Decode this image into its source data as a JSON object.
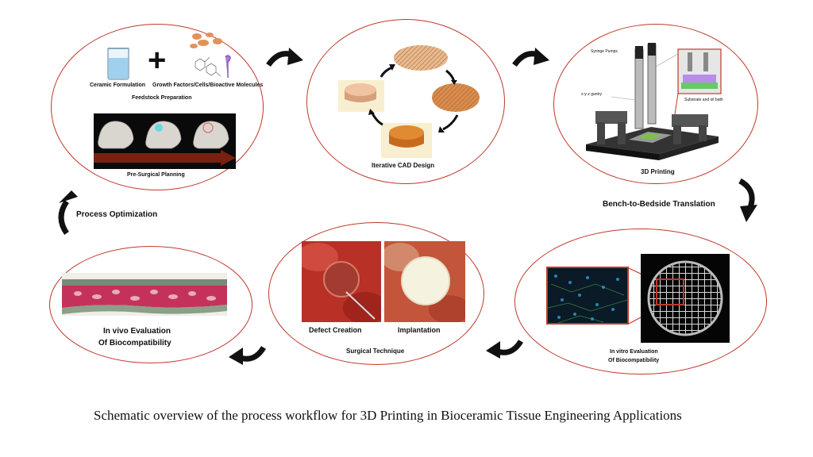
{
  "colors": {
    "ellipse_border": "#c0392b",
    "arrow": "#111111"
  },
  "stages": {
    "feedstock": {
      "ceramic_label": "Ceramic Formulation",
      "growth_label": "Growth Factors/Cells/Bioactive Molecules",
      "plus_symbol": "+",
      "section_title": "Feedstock Preparation",
      "planning_title": "Pre-Surgical Planning"
    },
    "cad": {
      "title": "Iterative CAD Design"
    },
    "printing": {
      "title": "3D Printing",
      "syringe_label": "Syringe Pumps",
      "gantry_label": "x-y-z gantry",
      "substrate_label": "Substrate and oil bath"
    },
    "in_vitro": {
      "title_line1": "In vitro Evaluation",
      "title_line2": "Of Biocompatibility"
    },
    "surgical": {
      "defect_label": "Defect Creation",
      "implant_label": "Implantation",
      "title": "Surgical Technique"
    },
    "in_vivo": {
      "title_line1": "In vivo Evaluation",
      "title_line2": "Of Biocompatibility"
    }
  },
  "transitions": {
    "translation": "Bench-to-Bedside Translation",
    "optimization": "Process Optimization"
  },
  "caption": "Schematic overview of the process workflow for 3D Printing in Bioceramic Tissue Engineering Applications"
}
